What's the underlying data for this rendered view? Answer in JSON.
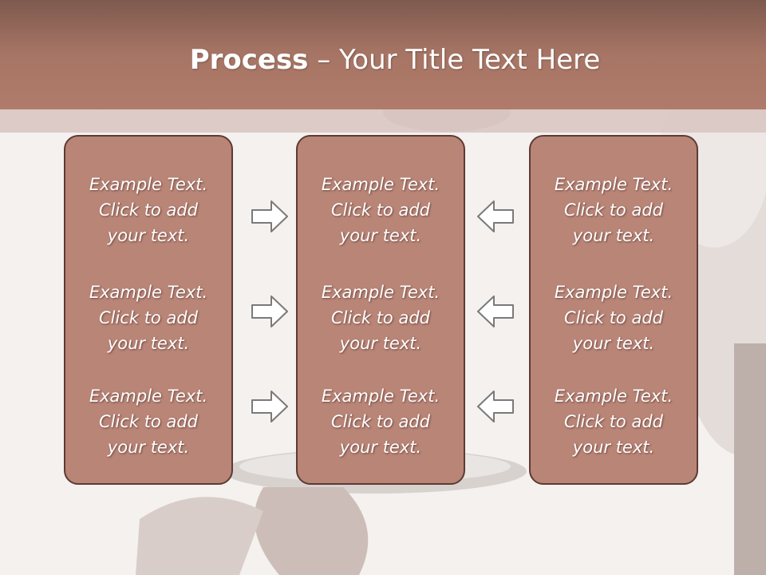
{
  "slide": {
    "title_bold": "Process",
    "title_rest": " – Your Title Text Here"
  },
  "columns": [
    {
      "paragraphs": [
        {
          "lines": [
            "Example Text.",
            "Click  to add",
            "your text."
          ]
        },
        {
          "lines": [
            "Example Text.",
            "Click  to add",
            "your text."
          ]
        },
        {
          "lines": [
            "Example Text.",
            "Click  to add",
            "your text."
          ]
        }
      ]
    },
    {
      "paragraphs": [
        {
          "lines": [
            "Example Text.",
            "Click  to add",
            "your text."
          ]
        },
        {
          "lines": [
            "Example Text.",
            "Click  to add",
            "your text."
          ]
        },
        {
          "lines": [
            "Example Text.",
            "Click  to add",
            "your text."
          ]
        }
      ]
    },
    {
      "paragraphs": [
        {
          "lines": [
            "Example Text.",
            "Click  to add",
            "your text."
          ]
        },
        {
          "lines": [
            "Example Text.",
            "Click  to add",
            "your text."
          ]
        },
        {
          "lines": [
            "Example Text.",
            "Click  to add",
            "your text."
          ]
        }
      ]
    }
  ],
  "arrows": {
    "left_group": "arrow-right-icon",
    "right_group": "arrow-left-icon"
  },
  "colors": {
    "title_bar": "#a77565",
    "box_fill": "#b98577",
    "box_border": "#5c3b33",
    "text": "#ffffff"
  }
}
